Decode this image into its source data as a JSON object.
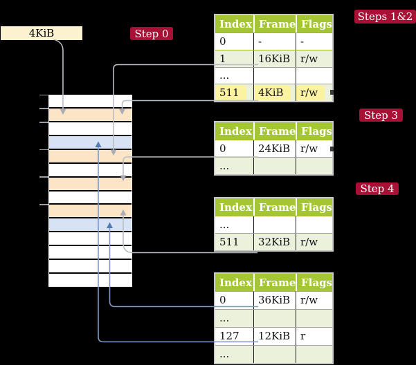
{
  "diagram": "recursive multilevel page table translation",
  "labels": {
    "frame_box": "4KiB",
    "step0": "Step 0",
    "steps12": "Steps 1&2",
    "step3": "Step 3",
    "step4": "Step 4"
  },
  "colors": {
    "background": "#000000",
    "badge_bg": "#a91035",
    "badge_text": "#ffffff",
    "frame_box_bg": "#fdf2cf",
    "table_header_bg": "#a4c634",
    "table_row_bg": "#ffffff",
    "table_row_alt_bg": "#ebf1da",
    "highlight_bg": "#fcf3a2",
    "memory_page_table_row": "#fce4c7",
    "memory_mapped_frame_row": "#d7e3f4",
    "memory_free_row": "#ffffff",
    "pointer_gray": "#babfc4",
    "pointer_blue": "#7e99c6"
  },
  "tables": [
    {
      "id": "level-4-page-table",
      "columns": [
        "Index",
        "Frame",
        "Flags"
      ],
      "rows": [
        {
          "index": "0",
          "frame": "-",
          "flags": "-"
        },
        {
          "index": "1",
          "frame": "16KiB",
          "flags": "r/w"
        },
        {
          "index": "...",
          "frame": "",
          "flags": ""
        },
        {
          "index": "511",
          "frame": "4KiB",
          "flags": "r/w"
        }
      ]
    },
    {
      "id": "level-3-page-table",
      "columns": [
        "Index",
        "Frame",
        "Flags"
      ],
      "rows": [
        {
          "index": "0",
          "frame": "24KiB",
          "flags": "r/w"
        },
        {
          "index": "...",
          "frame": "",
          "flags": ""
        }
      ]
    },
    {
      "id": "level-2-page-table",
      "columns": [
        "Index",
        "Frame",
        "Flags"
      ],
      "rows": [
        {
          "index": "...",
          "frame": "",
          "flags": ""
        },
        {
          "index": "511",
          "frame": "32KiB",
          "flags": "r/w"
        }
      ]
    },
    {
      "id": "level-1-page-table",
      "columns": [
        "Index",
        "Frame",
        "Flags"
      ],
      "rows": [
        {
          "index": "0",
          "frame": "36KiB",
          "flags": "r/w"
        },
        {
          "index": "...",
          "frame": "",
          "flags": ""
        },
        {
          "index": "127",
          "frame": "12KiB",
          "flags": "r"
        },
        {
          "index": "...",
          "frame": "",
          "flags": ""
        }
      ]
    }
  ],
  "memory": {
    "rows": [
      "free",
      "table",
      "free",
      "mapped",
      "table",
      "free",
      "table",
      "free",
      "table",
      "mapped",
      "free",
      "free",
      "free",
      "free"
    ],
    "ticks": [
      0,
      1,
      2,
      4,
      6,
      8
    ]
  }
}
